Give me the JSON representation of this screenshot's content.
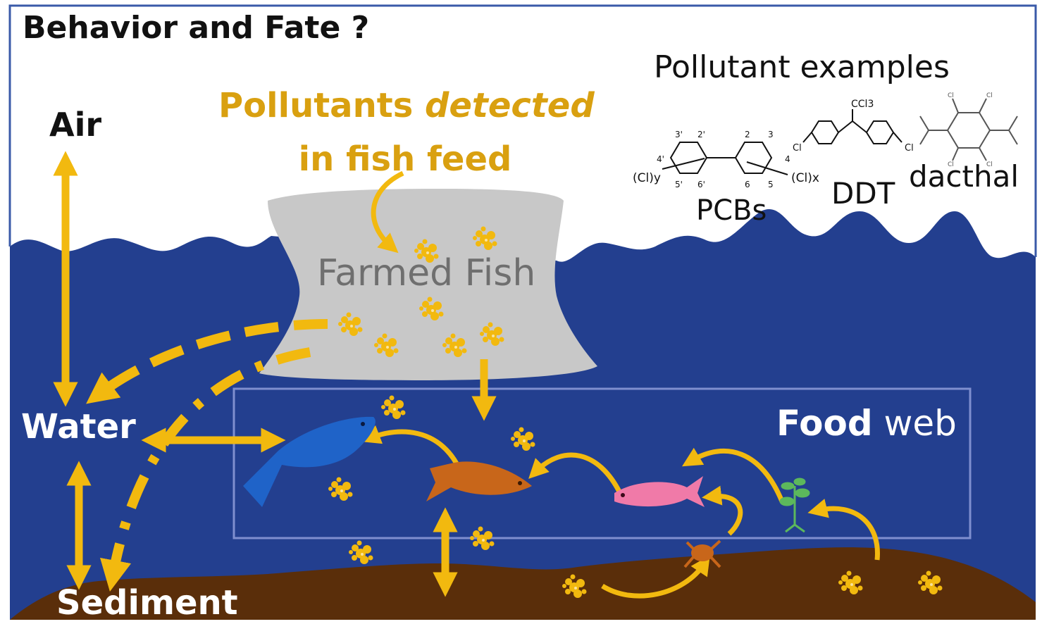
{
  "title": "Behavior and Fate ?",
  "labels": {
    "air": "Air",
    "water": "Water",
    "sediment": "Sediment",
    "pollutants_line1_normal": "Pollutants ",
    "pollutants_line1_italic": "detected",
    "pollutants_line2": "in fish feed",
    "farmed_fish": "Farmed Fish",
    "food_web_bold": "Food",
    "food_web_rest": " web"
  },
  "pollutant_examples": {
    "heading": "Pollutant examples",
    "compounds": {
      "pcbs": "PCBs",
      "ddt": "DDT",
      "dacthal": "dacthal"
    },
    "structure_labels": {
      "pcb_left": "(Cl)y",
      "pcb_right": "(Cl)x",
      "ddt_top": "CCl3",
      "ddt_cl": "Cl",
      "dacthal_cl": "Cl",
      "pcb_numbers": [
        "3'",
        "2'",
        "2",
        "3",
        "4'",
        "4",
        "5'",
        "6'",
        "6",
        "5"
      ]
    }
  },
  "colors": {
    "sky": "#ffffff",
    "water": "#233f8f",
    "sediment": "#5a2e0a",
    "arrow": "#f2b90f",
    "pollutant_text": "#d9a010",
    "farm_cage": "#c8c8c8",
    "food_web_box": "#7f8fcf",
    "fish_blue": "#1f63c8",
    "fish_orange": "#c8661a",
    "fish_pink": "#f07aa8",
    "plant": "#5cb85c",
    "crab": "#c8661a"
  },
  "icons": [
    "pollutant-cluster-icon",
    "fish-icon",
    "plant-icon",
    "crab-icon"
  ]
}
